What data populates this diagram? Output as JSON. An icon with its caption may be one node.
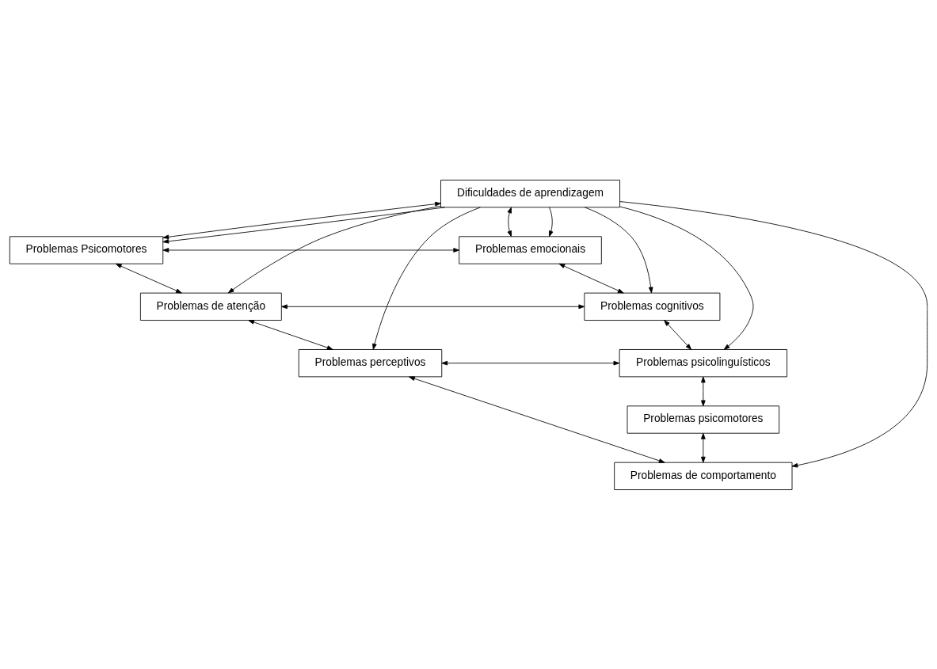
{
  "diagram": {
    "nodes": [
      {
        "text": [
          "Dificuldades de aprendizagem"
        ]
      },
      {
        "text": [
          "Problemas Psicomotores"
        ]
      },
      {
        "text": [
          "Problemas de atenção"
        ]
      },
      {
        "text": [
          "Problemas perceptivos"
        ]
      },
      {
        "text": [
          "Problemas emocionais"
        ]
      },
      {
        "text": [
          "Problemas cognitivos"
        ]
      },
      {
        "text": [
          "Problemas psicolinguísticos"
        ]
      },
      {
        "text": [
          "Problemas psicomotores"
        ]
      },
      {
        "text": [
          "Problemas de comportamento"
        ]
      }
    ],
    "edges": [
      {
        "from": 0,
        "to": 1,
        "arrow": "both"
      },
      {
        "from": 0,
        "to": 4,
        "arrow": "both"
      },
      {
        "from": 0,
        "to": 1,
        "arrow": "to"
      },
      {
        "from": 0,
        "to": 2,
        "arrow": "to"
      },
      {
        "from": 0,
        "to": 3,
        "arrow": "to"
      },
      {
        "from": 0,
        "to": 8,
        "arrow": "to"
      },
      {
        "from": 0,
        "to": 4,
        "arrow": "to"
      },
      {
        "from": 0,
        "to": 5,
        "arrow": "to"
      },
      {
        "from": 0,
        "to": 6,
        "arrow": "to"
      },
      {
        "from": 1,
        "to": 4,
        "arrow": "both"
      },
      {
        "from": 2,
        "to": 5,
        "arrow": "both"
      },
      {
        "from": 3,
        "to": 6,
        "arrow": "both"
      },
      {
        "from": 1,
        "to": 2,
        "arrow": "both"
      },
      {
        "from": 2,
        "to": 3,
        "arrow": "both"
      },
      {
        "from": 4,
        "to": 5,
        "arrow": "both"
      },
      {
        "from": 5,
        "to": 6,
        "arrow": "both"
      },
      {
        "from": 6,
        "to": 7,
        "arrow": "both"
      },
      {
        "from": 3,
        "to": 8,
        "arrow": "both"
      },
      {
        "from": 7,
        "to": 8,
        "arrow": "both"
      }
    ]
  }
}
